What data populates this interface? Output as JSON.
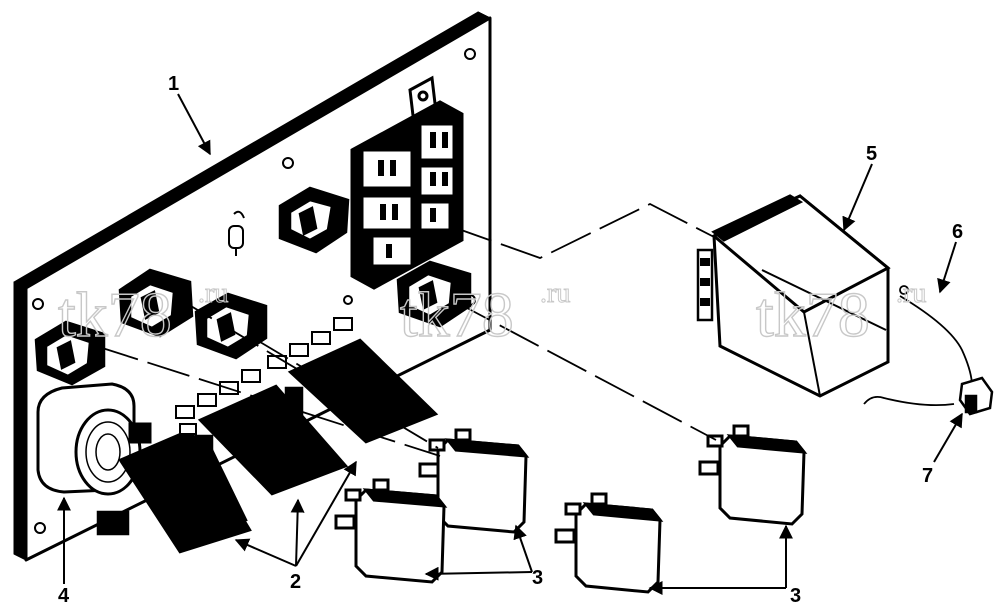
{
  "callouts": {
    "c1": "1",
    "c2": "2",
    "c3a": "3",
    "c3b": "3",
    "c4": "4",
    "c5": "5",
    "c6": "6",
    "c7": "7"
  },
  "watermark": {
    "main": "tk78",
    "suffix": ".ru"
  },
  "colors": {
    "ink": "#000000",
    "paper": "#ffffff",
    "watermark": "#c8c8c8"
  }
}
